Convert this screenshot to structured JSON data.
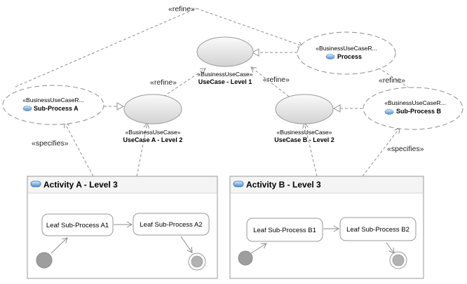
{
  "colors": {
    "line": "#8e8e8e",
    "ellipse_fill_top": "#f6f6f6",
    "ellipse_fill_bottom": "#d4d4d4",
    "frame_border": "#9a9a9a",
    "frame_header": "#f4f4f4",
    "icon_blue": "#6aa0d8",
    "start_node": "#9e9e9e"
  },
  "use_cases": {
    "process": {
      "stereotype": "«BusinessUseCaseR...",
      "name": "Process",
      "icon": "business-use-case-icon"
    },
    "sub_process_a": {
      "stereotype": "«BusinessUseCaseR...",
      "name": "Sub-Process A",
      "icon": "business-use-case-icon"
    },
    "sub_process_b": {
      "stereotype": "«BusinessUseCaseR...",
      "name": "Sub-Process B",
      "icon": "business-use-case-icon"
    },
    "level1": {
      "stereotype": "«BusinessUseCase»",
      "name": "UseCase - Level 1"
    },
    "level2a": {
      "stereotype": "«BusinessUseCase»",
      "name": "UseCase A - Level 2"
    },
    "level2b": {
      "stereotype": "«BusinessUseCase»",
      "name": "UseCase B - Level 2"
    }
  },
  "relations": {
    "refine_top": "«refine»",
    "refine_a": "«refine»",
    "refine_b": "«refine»",
    "refine_right": "«refine»",
    "specifies_a": "«specifies»",
    "specifies_b": "«specifies»"
  },
  "activities": {
    "a": {
      "title": "Activity A - Level 3",
      "icon": "activity-icon",
      "nodes": [
        "Leaf Sub-Process A1",
        "Leaf Sub-Process A2"
      ]
    },
    "b": {
      "title": "Activity B - Level 3",
      "icon": "activity-icon",
      "nodes": [
        "Leaf Sub-Process B1",
        "Leaf Sub-Process B2"
      ]
    }
  }
}
